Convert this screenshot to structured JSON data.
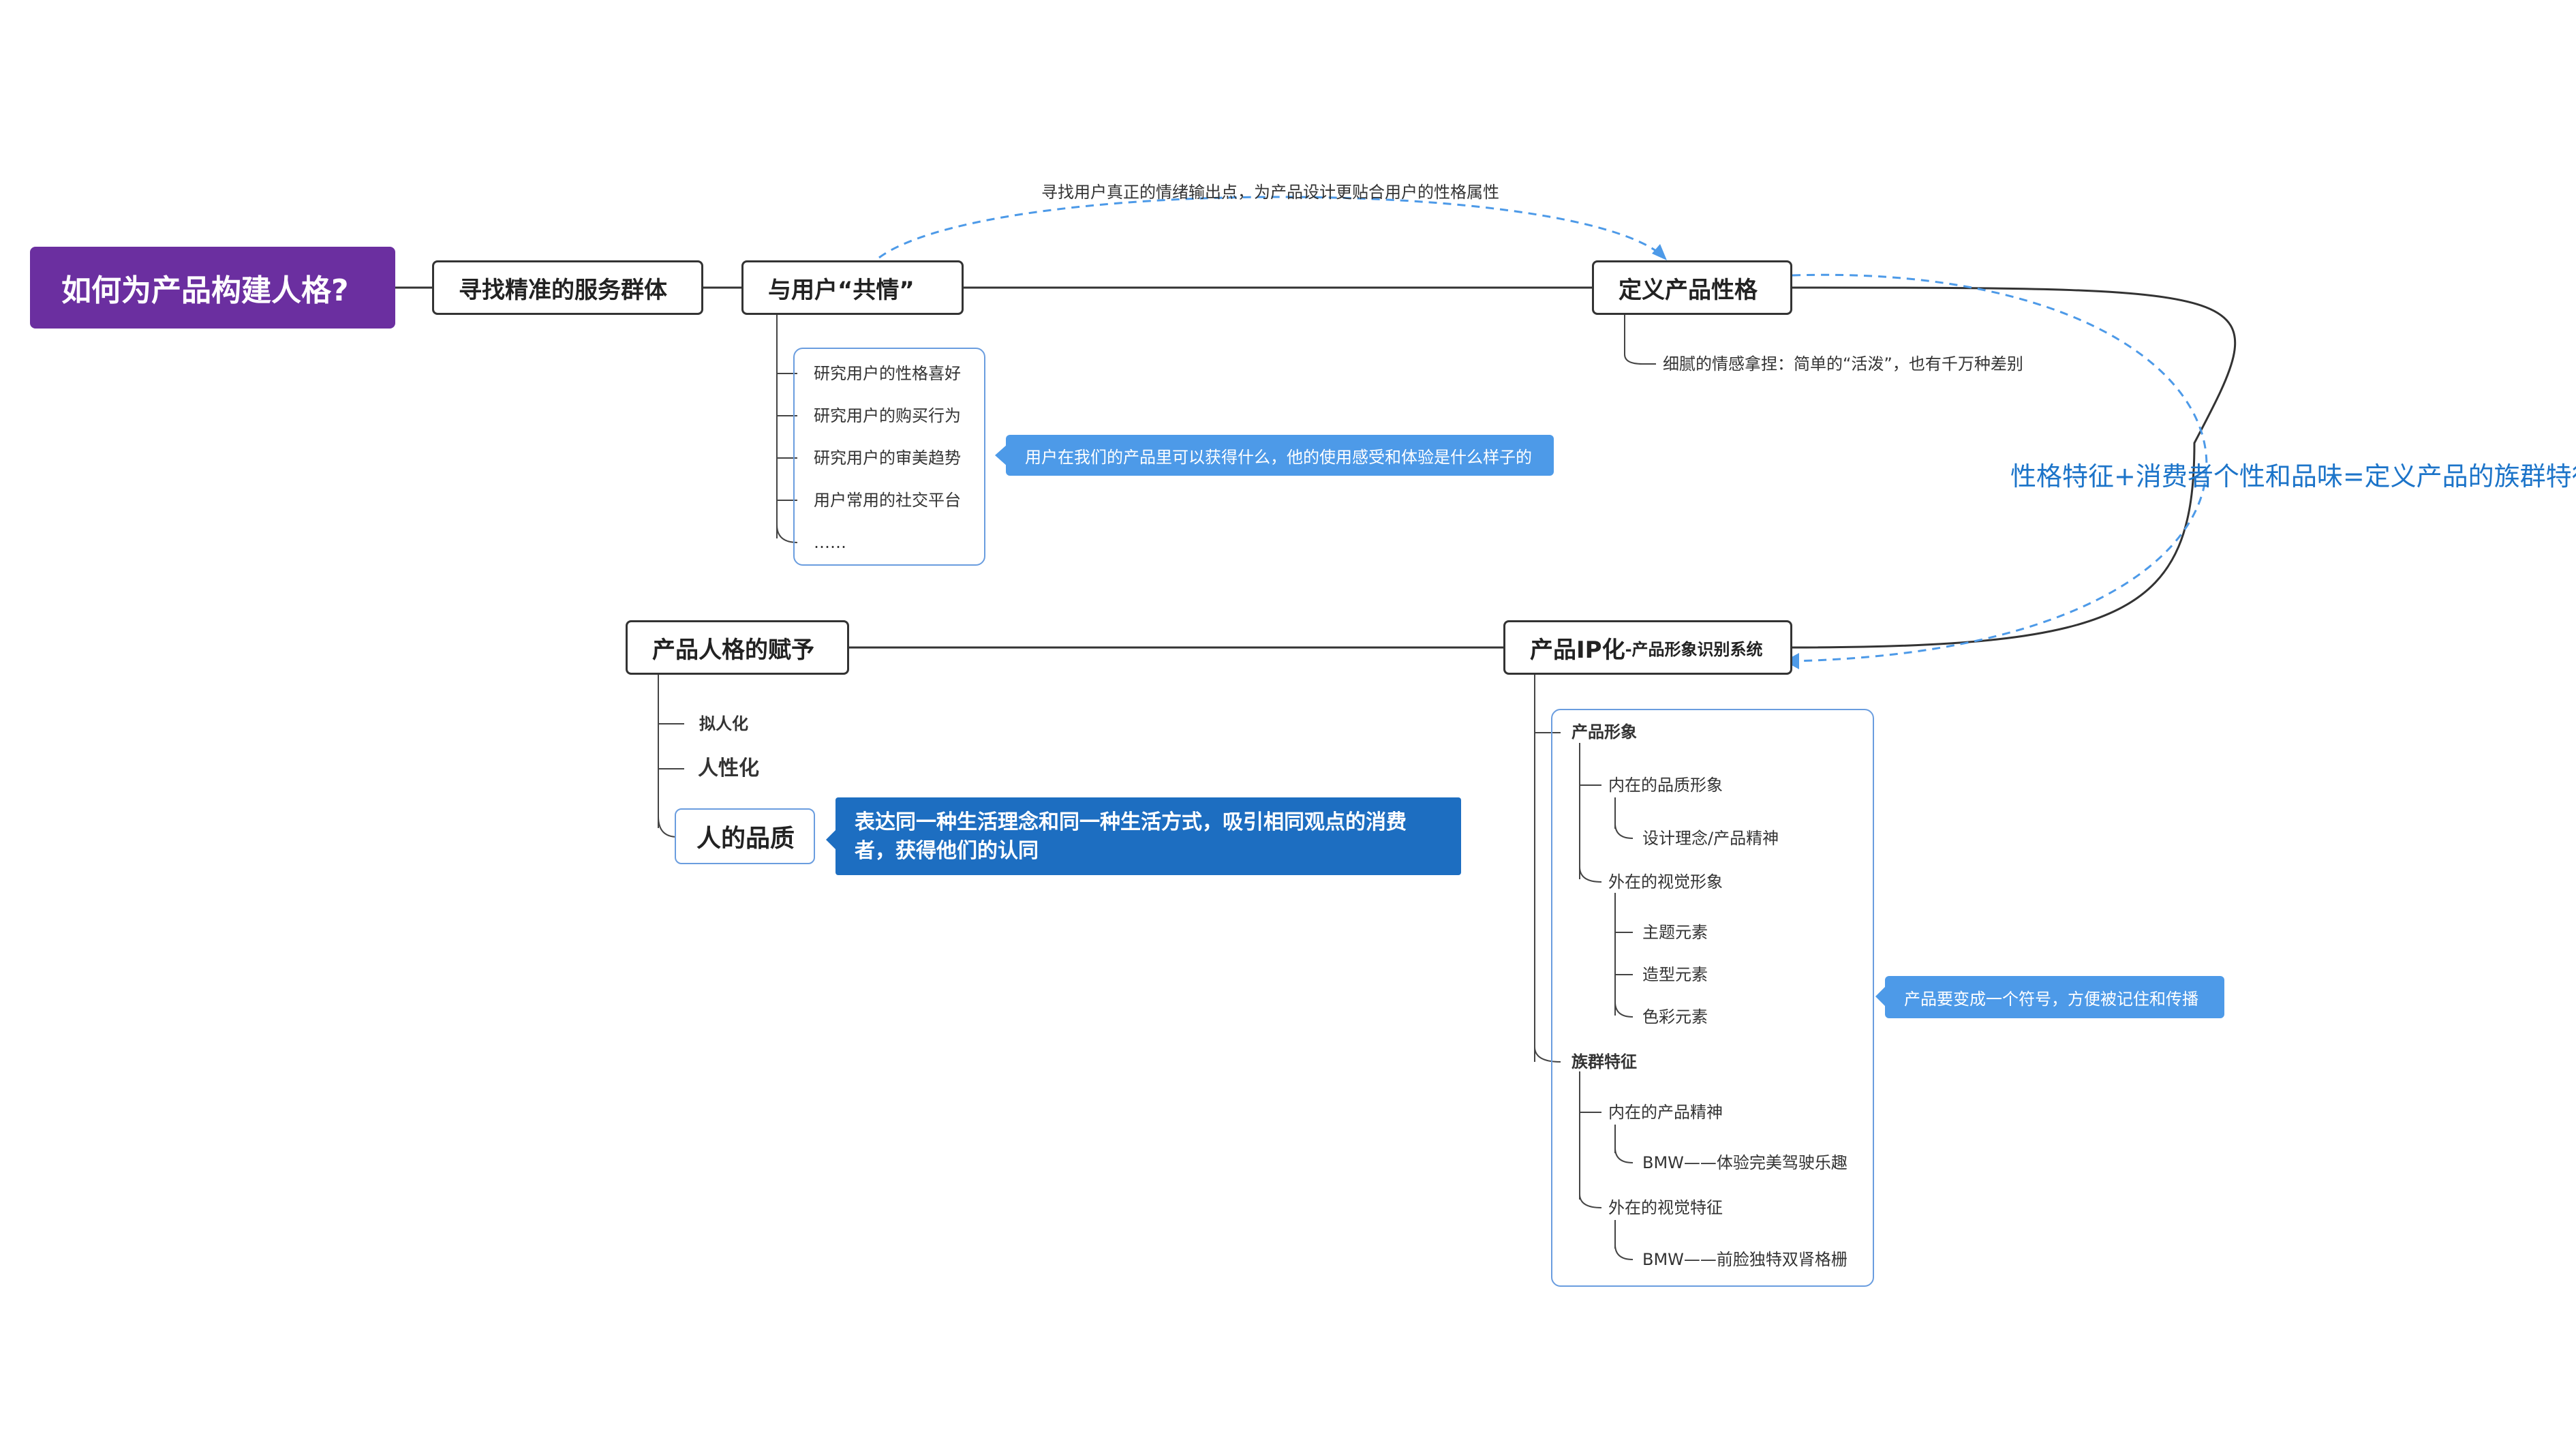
{
  "root": {
    "title": "如何为产品构建人格?"
  },
  "branches": {
    "find_group": "寻找精准的服务群体",
    "empathy": {
      "label": "与用户“共情”",
      "items": [
        "研究用户的性格喜好",
        "研究用户的购买行为",
        "研究用户的审美趋势",
        "用户常用的社交平台",
        "……"
      ],
      "callout": "用户在我们的产品里可以获得什么，他的使用感受和体验是什么样子的"
    },
    "define": {
      "label": "定义产品性格",
      "note": "细腻的情感拿捏：简单的“活泼”，也有千万种差别"
    },
    "ip": {
      "label": "产品IP化",
      "sublabel": "-产品形象识别系统",
      "image": "产品形象",
      "inner_quality": "内在的品质形象",
      "design_concept": "设计理念/产品精神",
      "outer_visual": "外在的视觉形象",
      "theme": "主题元素",
      "shape": "造型元素",
      "color": "色彩元素",
      "group_feature": "族群特征",
      "inner_spirit": "内在的产品精神",
      "bmw_drive": "BMW——体验完美驾驶乐趣",
      "outer_feature": "外在的视觉特征",
      "bmw_grille": "BMW——前脸独特双肾格栅",
      "callout": "产品要变成一个符号，方便被记住和传播"
    },
    "personality": {
      "label": "产品人格的赋予",
      "item1": "拟人化",
      "item2": "人性化",
      "item3": "人的品质",
      "callout": "表达同一种生活理念和同一种生活方式，吸引相同观点的消费者，获得他们的认同"
    }
  },
  "relation_label": "寻找用户真正的情绪输出点，为产品设计更贴合用户的性格属性",
  "summary_label": "性格特征+消费者个性和品味=定义产品的族群特征",
  "colors": {
    "root_bg": "#6b2fa0",
    "callout": "#4d9ae8",
    "callout_dark": "#1d6ec1",
    "box_border": "#6a9ddf",
    "summary_text": "#1c74c9",
    "connector": "#333333"
  }
}
